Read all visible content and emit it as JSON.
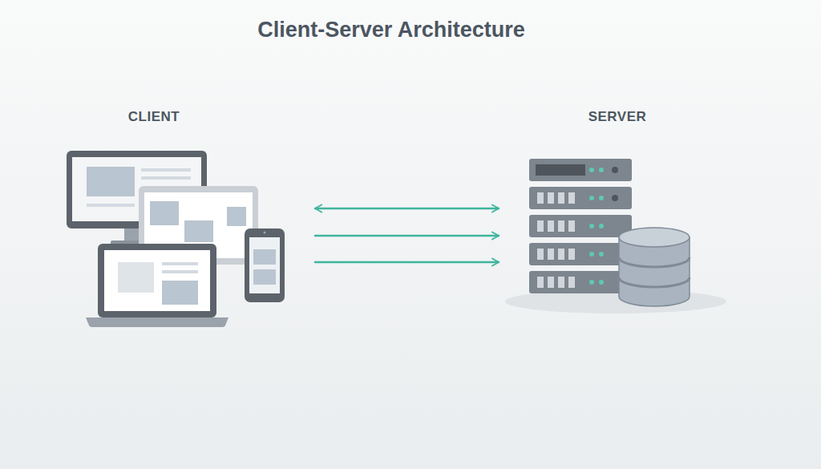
{
  "diagram": {
    "title": "Client-Server Architecture",
    "nodes": [
      {
        "text": [
          "CLIENT"
        ]
      },
      {
        "text": [
          "SERVER"
        ]
      }
    ],
    "edges": [
      {
        "from": 0,
        "to": 1,
        "arrow": "both"
      },
      {
        "from": 0,
        "to": 1,
        "arrow": "to"
      },
      {
        "from": 0,
        "to": 1,
        "arrow": "to"
      }
    ]
  }
}
